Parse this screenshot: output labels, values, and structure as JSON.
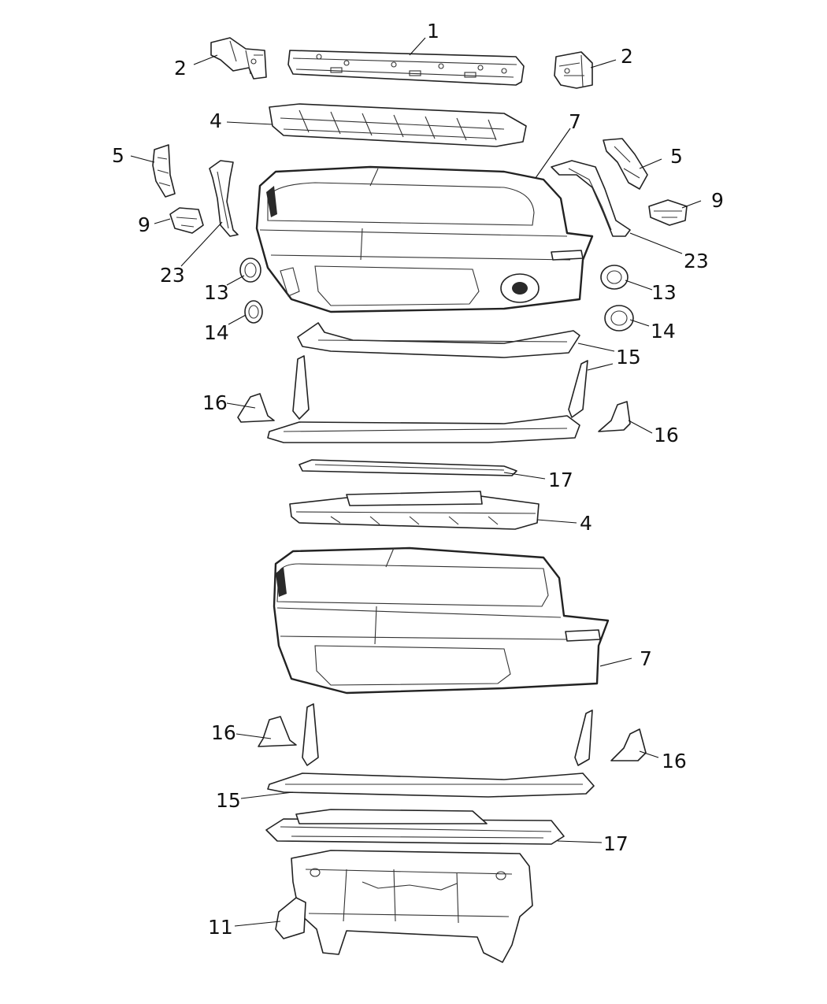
{
  "callouts": [
    {
      "id": "c1",
      "number": "1"
    },
    {
      "id": "c2a",
      "number": "2"
    },
    {
      "id": "c2b",
      "number": "2"
    },
    {
      "id": "c4a",
      "number": "4"
    },
    {
      "id": "c4b",
      "number": "4"
    },
    {
      "id": "c5a",
      "number": "5"
    },
    {
      "id": "c5b",
      "number": "5"
    },
    {
      "id": "c7a",
      "number": "7"
    },
    {
      "id": "c7b",
      "number": "7"
    },
    {
      "id": "c9a",
      "number": "9"
    },
    {
      "id": "c9b",
      "number": "9"
    },
    {
      "id": "c11",
      "number": "11"
    },
    {
      "id": "c13a",
      "number": "13"
    },
    {
      "id": "c13b",
      "number": "13"
    },
    {
      "id": "c14a",
      "number": "14"
    },
    {
      "id": "c14b",
      "number": "14"
    },
    {
      "id": "c15a",
      "number": "15"
    },
    {
      "id": "c15b",
      "number": "15"
    },
    {
      "id": "c16a",
      "number": "16"
    },
    {
      "id": "c16b",
      "number": "16"
    },
    {
      "id": "c16c",
      "number": "16"
    },
    {
      "id": "c16d",
      "number": "16"
    },
    {
      "id": "c17a",
      "number": "17"
    },
    {
      "id": "c17b",
      "number": "17"
    },
    {
      "id": "c23a",
      "number": "23"
    },
    {
      "id": "c23b",
      "number": "23"
    }
  ],
  "colors": {
    "line": "#222222",
    "background": "#ffffff"
  }
}
